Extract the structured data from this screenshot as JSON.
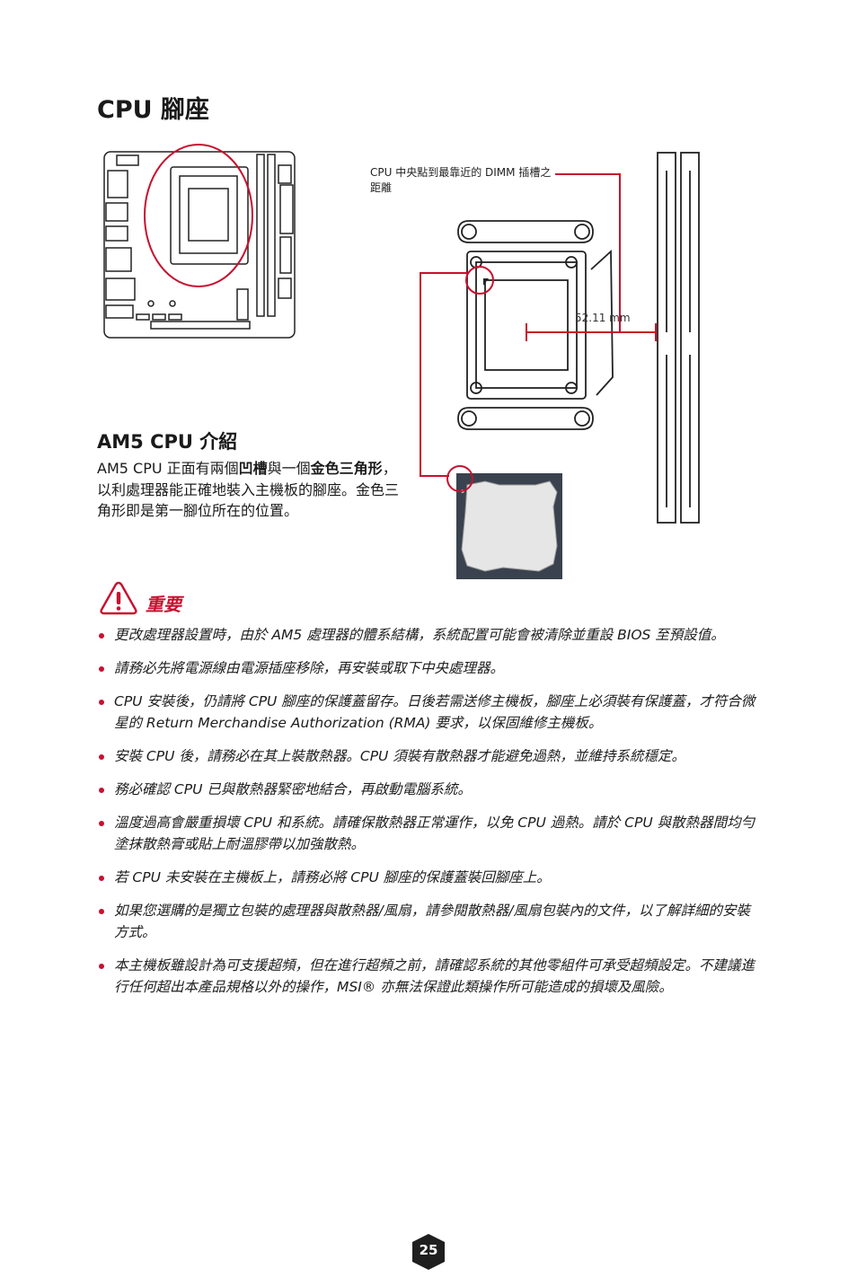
{
  "page": {
    "title": "CPU 腳座",
    "page_number": "25"
  },
  "diagram": {
    "callout_text": "CPU 中央點到最靠近的 DIMM 插槽之距離",
    "measurement": "52.11 mm",
    "accent_color": "#c8102e"
  },
  "intro": {
    "heading": "AM5 CPU 介紹",
    "text_1": "AM5 CPU 正面有兩個",
    "bold_1": "凹槽",
    "text_2": "與一個",
    "bold_2": "金色三角形",
    "text_3": "，以利處理器能正確地裝入主機板的腳座。金色三角形即是第一腳位所在的位置。"
  },
  "important": {
    "label": "重要",
    "icon": "warning-icon",
    "items": [
      "更改處理器設置時，由於 AM5 處理器的體系結構，系統配置可能會被清除並重設 BIOS 至預設值。",
      "請務必先將電源線由電源插座移除，再安裝或取下中央處理器。",
      "CPU 安裝後，仍請將 CPU 腳座的保護蓋留存。日後若需送修主機板，腳座上必須裝有保護蓋，才符合微星的 Return Merchandise Authorization (RMA) 要求，以保固維修主機板。",
      "安裝 CPU 後，請務必在其上裝散熱器。CPU 須裝有散熱器才能避免過熱，並維持系統穩定。",
      "務必確認 CPU 已與散熱器緊密地結合，再啟動電腦系統。",
      "溫度過高會嚴重損壞 CPU 和系統。請確保散熱器正常運作，以免 CPU 過熱。請於 CPU 與散熱器間均勻塗抹散熱膏或貼上耐溫膠帶以加強散熱。",
      "若 CPU 未安裝在主機板上，請務必將 CPU 腳座的保護蓋裝回腳座上。",
      "如果您選購的是獨立包裝的處理器與散熱器/風扇，請參閱散熱器/風扇包裝內的文件，以了解詳細的安裝方式。",
      "本主機板雖設計為可支援超頻，但在進行超頻之前，請確認系統的其他零組件可承受超頻設定。不建議進行任何超出本產品規格以外的操作，MSI® 亦無法保證此類操作所可能造成的損壞及風險。"
    ]
  }
}
